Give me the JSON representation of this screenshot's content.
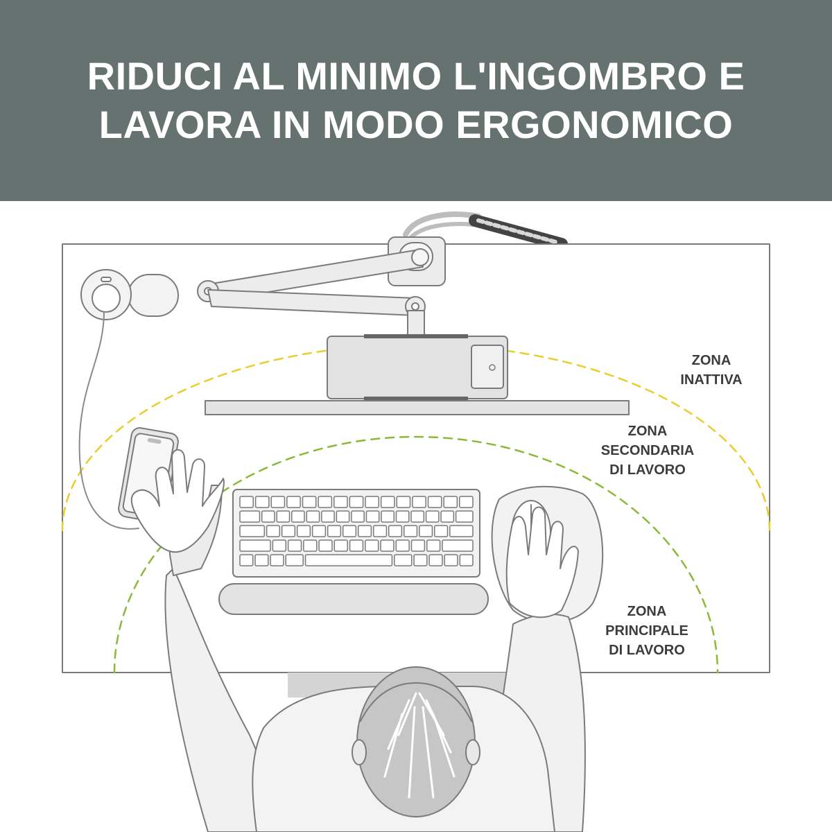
{
  "banner": {
    "line1": "RIDUCI AL MINIMO L'INGOMBRO E",
    "line2": "LAVORA IN MODO ERGONOMICO",
    "background": "#65726f",
    "text_color": "#ffffff"
  },
  "zones": {
    "inactive": {
      "line1": "ZONA",
      "line2": "INATTIVA",
      "color": "#e8cd2e"
    },
    "secondary": {
      "line1": "ZONA",
      "line2": "SECONDARIA",
      "line3": "DI LAVORO",
      "color": "#e8cd2e"
    },
    "primary": {
      "line1": "ZONA",
      "line2": "PRINCIPALE",
      "line3": "DI LAVORO",
      "color": "#8cb83a"
    }
  },
  "colors": {
    "outline": "#7a7a7a",
    "fill_light": "#ececec",
    "fill_mid": "#d9d9d9",
    "hair": "#9a9a9a"
  },
  "icons": [
    "monitor-arm",
    "docking-station",
    "webcam",
    "smartphone",
    "keyboard",
    "mouse",
    "wrist-rest",
    "person-top-view",
    "power-icon"
  ]
}
